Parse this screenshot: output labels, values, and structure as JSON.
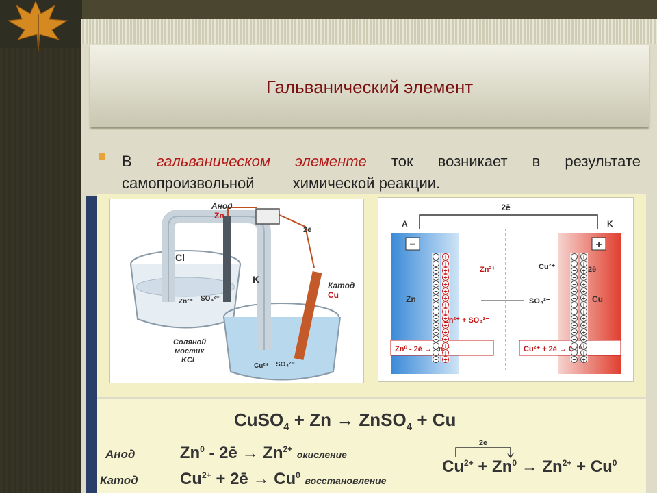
{
  "slide": {
    "title": "Гальванический элемент",
    "bullet_word1": "В",
    "bullet_italic1": "гальваническом",
    "bullet_italic2": "элементе",
    "bullet_rest1": "ток",
    "bullet_rest2": "возникает",
    "bullet_rest3": "в",
    "bullet_rest4": "результате",
    "bullet_line2a": "самопроизвольной",
    "bullet_line2b": "химической реакции."
  },
  "colors": {
    "title": "#7a1010",
    "italic": "#b41818",
    "bullet": "#e8a23a"
  },
  "figure_left": {
    "anode_label": "Анод",
    "anode_metal": "Zn",
    "cathode_label": "Катод",
    "cathode_metal": "Cu",
    "cl": "Cl",
    "k": "K",
    "electrons": "2ē",
    "so4_left": "SO₄²⁻",
    "zn2_left": "Zn²⁺",
    "cu2_right": "Cu²⁺",
    "so4_right": "SO₄²⁻",
    "bridge_1": "Соляной",
    "bridge_2": "мостик",
    "bridge_3": "KCl"
  },
  "figure_right": {
    "electrons_top": "2ē",
    "a": "A",
    "k": "K",
    "minus": "−",
    "plus": "+",
    "zn": "Zn",
    "cu": "Cu",
    "zn2": "Zn²⁺",
    "cu2": "Cu²⁺",
    "two_e": "2ē",
    "so4": "SO₄²⁻",
    "zn2_so4": "Zn²⁺ + SO₄²⁻",
    "anode_eq": "Zn⁰ - 2ē → Zn²⁺",
    "cathode_eq": "Cu²⁺ + 2ē → Cu⁰"
  },
  "equations": {
    "main": {
      "a": "CuSO",
      "a_sub": "4",
      "b": " + Zn ",
      "c": " ZnSO",
      "c_sub": "4",
      "d": " + Cu"
    },
    "anode_label": "Анод",
    "anode_eq": "Zn",
    "anode_sup0": "0",
    "anode_mid": " - 2ē ",
    "anode_res": " Zn",
    "anode_sup2": "2+",
    "anode_word": "окисление",
    "cathode_label": "Катод",
    "cathode_eq": "Cu",
    "cathode_sup2": "2+",
    "cathode_mid": " + 2ē ",
    "cathode_res": " Cu",
    "cathode_sup0": "0",
    "cathode_word": "восстановление",
    "overall_e": "2e",
    "overall_a": "Cu",
    "overall_a_sup": "2+",
    "overall_b": " + Zn",
    "overall_b_sup": "0",
    "overall_c": " Zn",
    "overall_c_sup": "2+",
    "overall_d": " + Cu",
    "overall_d_sup": "0"
  }
}
